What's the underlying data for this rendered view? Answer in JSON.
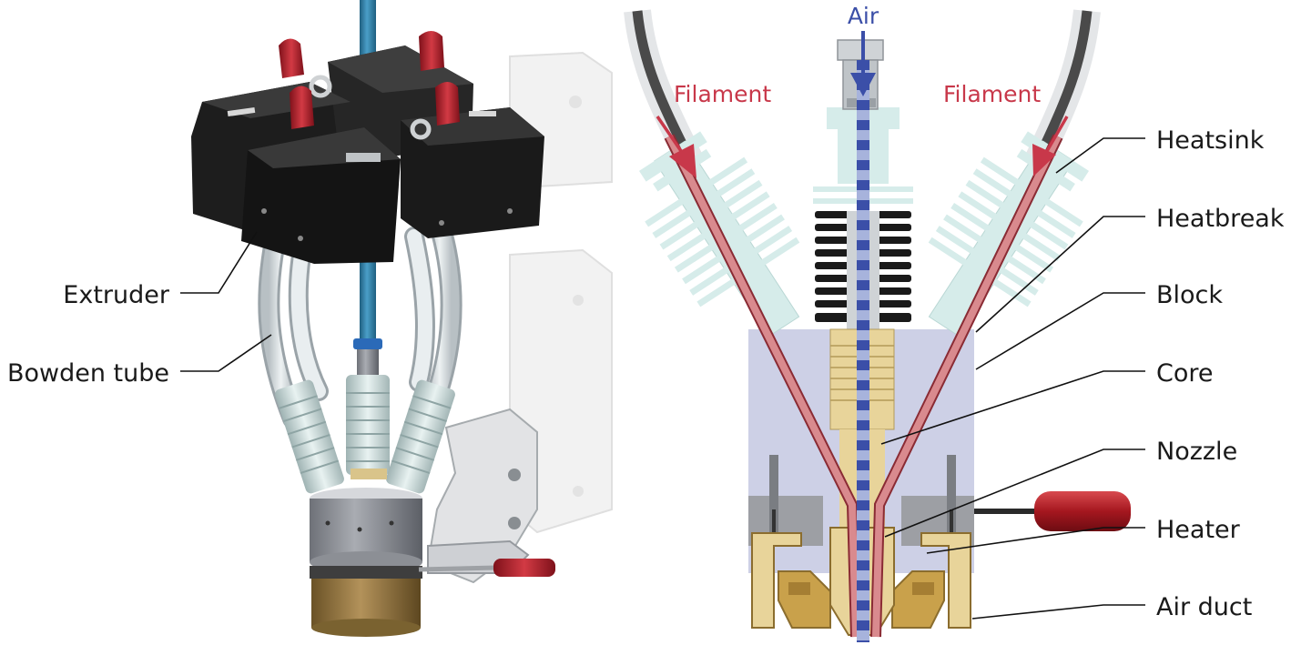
{
  "left_labels": {
    "extruder": "Extruder",
    "bowden_tube": "Bowden tube"
  },
  "right_labels": {
    "heatsink": "Heatsink",
    "heatbreak": "Heatbreak",
    "block": "Block",
    "core": "Core",
    "nozzle": "Nozzle",
    "heater": "Heater",
    "air_duct": "Air duct"
  },
  "flow_labels": {
    "air": "Air",
    "filament_left": "Filament",
    "filament_right": "Filament"
  },
  "colors": {
    "filament": "#c8384a",
    "air": "#3b4fa8",
    "heatsink": "#d6ecea",
    "block": "#cdd0e6",
    "brass": "#e8d49a",
    "extruder_body": "#1c1c1c",
    "lever_red": "#b3202c",
    "bowden": "#d8dde0",
    "center_tube": "#2f7fa6"
  }
}
